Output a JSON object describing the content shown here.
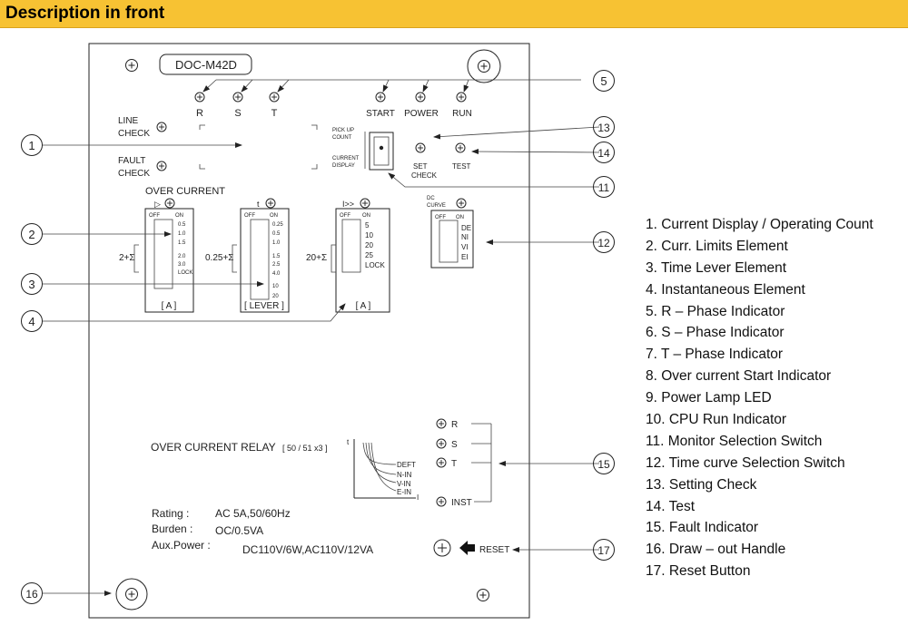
{
  "header": {
    "title": "Description in front"
  },
  "panel": {
    "model": "DOC-M42D",
    "phase_labels": [
      "R",
      "S",
      "T"
    ],
    "status_labels": [
      "START",
      "POWER",
      "RUN"
    ],
    "line_check": [
      "LINE",
      "CHECK"
    ],
    "fault_check": [
      "FAULT",
      "CHECK"
    ],
    "pickup": [
      "PICK UP",
      "COUNT"
    ],
    "current_display": [
      "CURRENT",
      "DISPLAY"
    ],
    "set_check": [
      "SET",
      "CHECK"
    ],
    "test": "TEST",
    "dc_curve": [
      "DC",
      "CURVE"
    ],
    "over_current": "OVER CURRENT",
    "off": "OFF",
    "on": "ON",
    "switch1": {
      "icon": "▷",
      "values": [
        "0.5",
        "1.0",
        "1.5",
        "2.0",
        "3.0",
        "LOCK"
      ],
      "prefix": "2+Σ",
      "unit": "[ A ]"
    },
    "switch2": {
      "icon": "t",
      "values": [
        "0.25",
        "0.5",
        "1.0",
        "1.5",
        "2.5",
        "4.0",
        "10",
        "20"
      ],
      "prefix": "0.25+Σ",
      "unit": "[ LEVER ]"
    },
    "switch3": {
      "icon": "I>>",
      "values": [
        "5",
        "10",
        "20",
        "25",
        "LOCK"
      ],
      "prefix": "20+Σ",
      "unit": "[ A ]"
    },
    "curve_values": [
      "DE",
      "NI",
      "VI",
      "EI"
    ],
    "relay_name": "OVER CURRENT RELAY",
    "relay_code": "[ 50 / 51 x3 ]",
    "graph_labels": [
      "DEFT",
      "N-IN",
      "V-IN",
      "E-IN"
    ],
    "graph_axis_t": "t",
    "graph_axis_i": "I",
    "fault_labels": [
      "R",
      "S",
      "T",
      "INST"
    ],
    "rating_label": "Rating :",
    "rating_value": "AC 5A,50/60Hz",
    "burden_label": "Burden :",
    "burden_value": "OC/0.5VA",
    "aux_label": "Aux.Power :",
    "aux_value": "DC110V/6W,AC110V/12VA",
    "reset": "RESET"
  },
  "callouts": [
    "1",
    "2",
    "3",
    "4",
    "5",
    "11",
    "12",
    "13",
    "14",
    "15",
    "16",
    "17"
  ],
  "legend": [
    "1. Current Display / Operating Count",
    "2. Curr. Limits Element",
    "3. Time Lever Element",
    "4. Instantaneous Element",
    "5. R – Phase Indicator",
    "6. S – Phase Indicator",
    "7. T – Phase Indicator",
    "8. Over current Start Indicator",
    "9. Power Lamp LED",
    "10. CPU Run Indicator",
    "11. Monitor Selection Switch",
    "12. Time curve Selection Switch",
    "13. Setting Check",
    "14. Test",
    "15. Fault Indicator",
    "16. Draw – out Handle",
    "17. Reset Button"
  ],
  "colors": {
    "header_bg": "#f7c233"
  }
}
